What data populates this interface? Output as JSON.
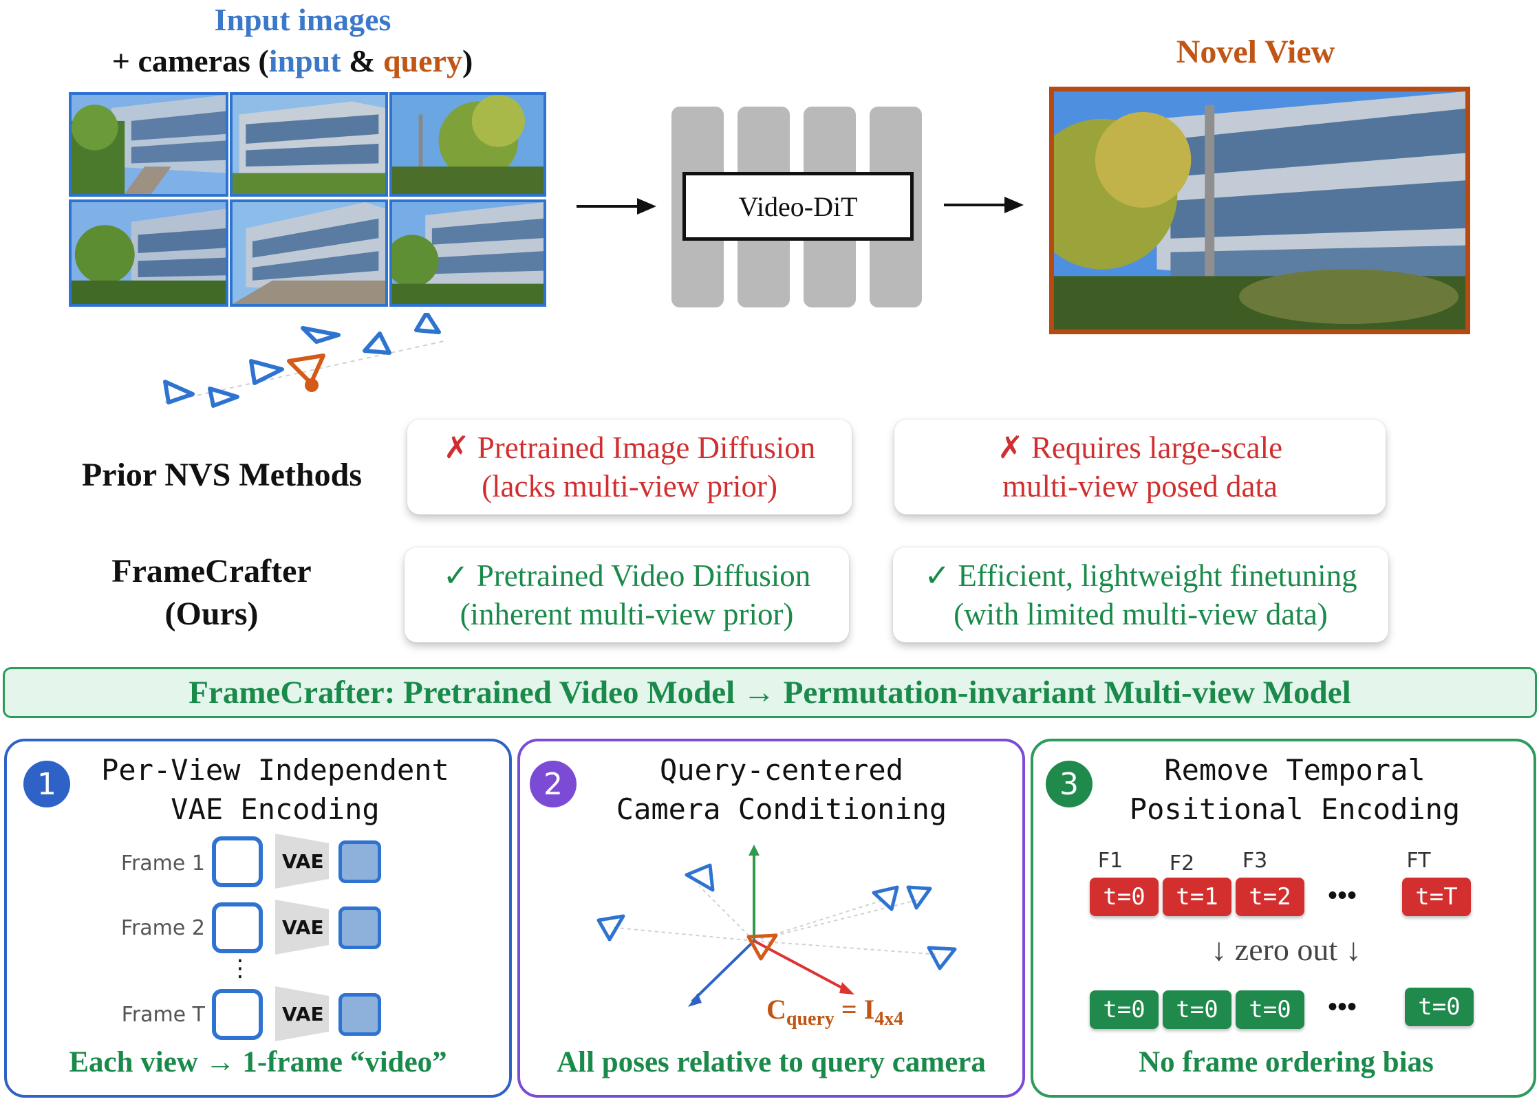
{
  "top": {
    "input_title": "Input images",
    "cameras_line": {
      "prefix": "+ cameras (",
      "input": "input",
      "amp": " & ",
      "query": "query",
      "suffix": ")"
    },
    "dit_label": "Video-DiT",
    "novel_title": "Novel View"
  },
  "rows": {
    "prior_label": "Prior NVS Methods",
    "prior_card1": {
      "line1": "✗ Pretrained Image Diffusion",
      "line2": "(lacks multi-view prior)"
    },
    "prior_card2": {
      "line1": "✗ Requires large-scale",
      "line2": "multi-view posed data"
    },
    "ours_label_1": "FrameCrafter",
    "ours_label_2": "(Ours)",
    "ours_card1": {
      "line1": "✓ Pretrained Video Diffusion",
      "line2": "(inherent multi-view prior)"
    },
    "ours_card2": {
      "line1": "✓ Efficient, lightweight finetuning",
      "line2": "(with limited multi-view data)"
    }
  },
  "banner": "FrameCrafter: Pretrained Video Model → Permutation-invariant Multi-view Model",
  "panel1": {
    "badge": "1",
    "title1": "Per-View Independent",
    "title2": "VAE Encoding",
    "frames": [
      "Frame 1",
      "Frame 2",
      "Frame T"
    ],
    "vae": "VAE",
    "vdots": "⋮",
    "footer": "Each view → 1-frame “video”"
  },
  "panel2": {
    "badge": "2",
    "title1": "Query-centered",
    "title2": "Camera Conditioning",
    "eq_c": "C",
    "eq_sub": "query",
    "eq_mid": " = I",
    "eq_sub2": "4x4",
    "footer": "All poses relative to query camera"
  },
  "panel3": {
    "badge": "3",
    "title1": "Remove Temporal",
    "title2": "Positional Encoding",
    "heads": [
      "F1",
      "F2",
      "F3",
      "FT"
    ],
    "top_tokens": [
      "t=0",
      "t=1",
      "t=2",
      "t=T"
    ],
    "zero_out": "↓ zero out ↓",
    "bottom_tokens": [
      "t=0",
      "t=0",
      "t=0",
      "t=0"
    ],
    "dots": "•••",
    "footer": "No frame ordering bias"
  },
  "colors": {
    "input_blue": "#3b78c9",
    "query_orange": "#c05514",
    "cross_red": "#d12f2f",
    "check_green": "#1a8a4a",
    "badge1": "#2f62c6",
    "badge2": "#7b4bd6",
    "badge3": "#1f8a4c"
  }
}
